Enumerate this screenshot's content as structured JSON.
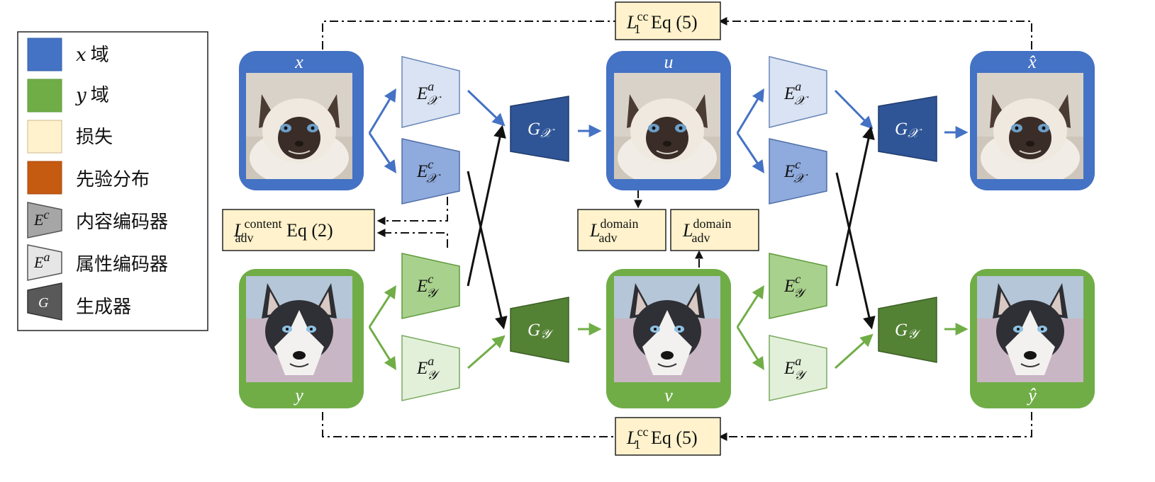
{
  "legend": {
    "items": [
      {
        "id": "x-domain",
        "var": "x",
        "text": "域",
        "color": "#4472C4"
      },
      {
        "id": "y-domain",
        "var": "y",
        "text": "域",
        "color": "#70AD47"
      },
      {
        "id": "loss",
        "var": "",
        "text": "损失",
        "color": "#FFF2CC"
      },
      {
        "id": "prior",
        "var": "",
        "text": "先验分布",
        "color": "#C55A11"
      },
      {
        "id": "content-encoder",
        "var": "",
        "text": "内容编码器",
        "color": "#A6A6A6",
        "symbol": "E",
        "symbol_sup": "c"
      },
      {
        "id": "attribute-encoder",
        "var": "",
        "text": "属性编码器",
        "color": "#E7E6E6",
        "symbol": "E",
        "symbol_sup": "a"
      },
      {
        "id": "generator",
        "var": "",
        "text": "生成器",
        "color": "#595959",
        "symbol": "G",
        "symbol_sup": ""
      }
    ]
  },
  "colors": {
    "blue": "#4472C4",
    "green": "#70AD47",
    "loss_fill": "#FFF2CC",
    "gen_blue": "#2F5597",
    "gen_green": "#548235",
    "enc_blue_light": "#DAE3F3",
    "enc_blue_mid": "#8FAADC",
    "enc_green_mid": "#A9D18E",
    "enc_green_light": "#E2F0D9"
  },
  "images": {
    "x": {
      "label": "x",
      "content": "cat-image"
    },
    "u": {
      "label": "u",
      "content": "cat-image"
    },
    "x_hat": {
      "label": "x̂",
      "content": "cat-image"
    },
    "y": {
      "label": "y",
      "content": "dog-image"
    },
    "v": {
      "label": "v",
      "content": "dog-image"
    },
    "y_hat": {
      "label": "ŷ",
      "content": "dog-image"
    }
  },
  "encoders": {
    "base": "E",
    "attr_sup": "a",
    "content_sup": "c",
    "sub_x": "𝒳",
    "sub_y": "𝒴"
  },
  "generators": {
    "base": "G",
    "sub_x": "𝒳",
    "sub_y": "𝒴"
  },
  "losses": {
    "cc_top": {
      "L": "L",
      "sup": "cc",
      "sub": "1",
      "eq": " Eq (5)"
    },
    "cc_bottom": {
      "L": "L",
      "sup": "cc",
      "sub": "1",
      "eq": " Eq (5)"
    },
    "content": {
      "L": "L",
      "sup": "content",
      "sub": "adv",
      "eq": " Eq (2)"
    },
    "domain_u": {
      "L": "L",
      "sup": "domain",
      "sub": "adv",
      "eq": ""
    },
    "domain_v": {
      "L": "L",
      "sup": "domain",
      "sub": "adv",
      "eq": ""
    }
  }
}
